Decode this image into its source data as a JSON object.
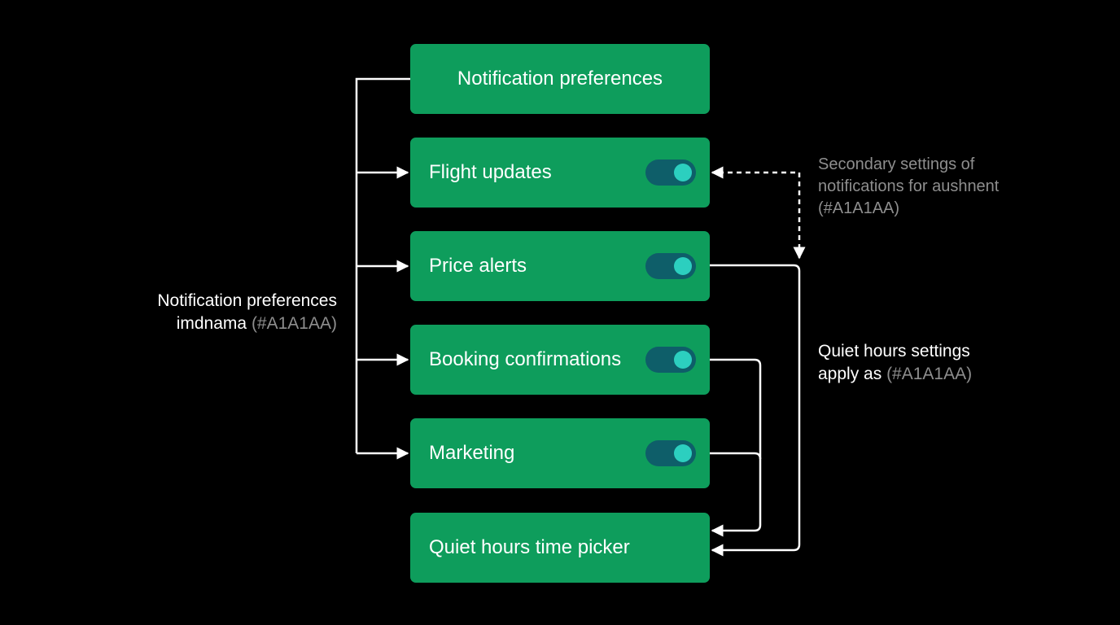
{
  "boxes": {
    "header": {
      "label": "Notification preferences"
    },
    "flight_updates": {
      "label": "Flight updates",
      "toggle_on": true
    },
    "price_alerts": {
      "label": "Price alerts",
      "toggle_on": true
    },
    "booking_confirmations": {
      "label": "Booking confirmations",
      "toggle_on": true
    },
    "marketing": {
      "label": "Marketing",
      "toggle_on": true
    },
    "quiet_hours": {
      "label": "Quiet hours time picker"
    }
  },
  "annotations": {
    "left": {
      "line1": "Notification preferences",
      "line2_main": "imdnama",
      "line2_muted": "(#A1A1AA)"
    },
    "right_top": {
      "line1": "Secondary settings of",
      "line2": "notifications for aushnent",
      "line3": "(#A1A1AA)"
    },
    "right_mid": {
      "line1": "Quiet hours settings",
      "line2_main": "apply as",
      "line2_muted": "(#A1A1AA)"
    }
  },
  "colors": {
    "background": "#000000",
    "box_fill": "#0E9D5C",
    "toggle_track": "#0E5E69",
    "toggle_knob": "#2CCFBF",
    "connector": "#FFFFFF",
    "muted_text": "#8E8E8E"
  }
}
